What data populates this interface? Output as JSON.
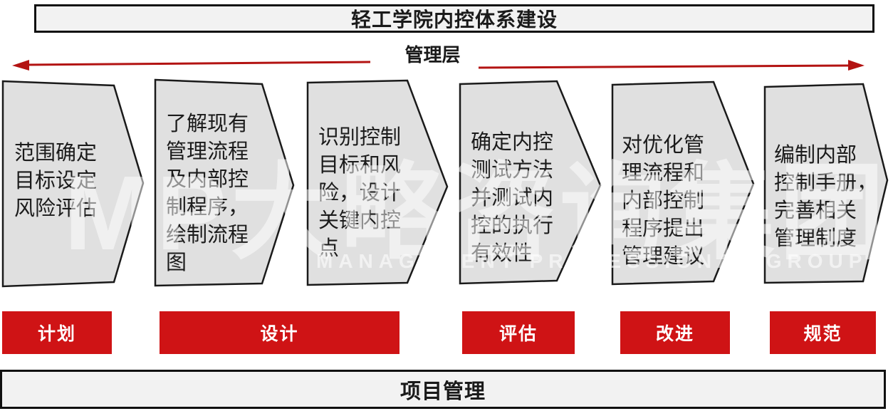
{
  "title": "轻工学院内控体系建设",
  "management_band": {
    "label": "管理层"
  },
  "steps": [
    {
      "lines": [
        "范围确定",
        "目标设定",
        "风险评估"
      ]
    },
    {
      "lines": [
        "了解现有",
        "管理流程",
        "及内部控",
        "制程序，",
        "绘制流程",
        "图"
      ]
    },
    {
      "lines": [
        "识别控制",
        "目标和风",
        "险，设计",
        "关键内控",
        "点"
      ]
    },
    {
      "lines": [
        "确定内控",
        "测试方法",
        "并测试内",
        "控的执行",
        "有效性"
      ]
    },
    {
      "lines": [
        "对优化管",
        "理流程和",
        "内部控制",
        "程序提出",
        "管理建议"
      ]
    },
    {
      "lines": [
        "编制内部",
        "控制手册，",
        "完善相关",
        "管理制度"
      ]
    }
  ],
  "phases": [
    {
      "label": "计划"
    },
    {
      "label": "设计"
    },
    {
      "label": "评估"
    },
    {
      "label": "改进"
    },
    {
      "label": "规范"
    }
  ],
  "footer": {
    "label": "项目管理"
  },
  "watermark": {
    "logo": "MP大略咨询集团",
    "subtext": "MANAGEMENT PROFESSIONAL GROUP"
  },
  "colors": {
    "phase_red": "#cf1315",
    "arrow_red": "#b31312",
    "shape_fill": "#e0e0e0",
    "shape_border": "#1a1a1a",
    "bar_fill": "#f2f2f2",
    "bar_border": "#111111"
  }
}
